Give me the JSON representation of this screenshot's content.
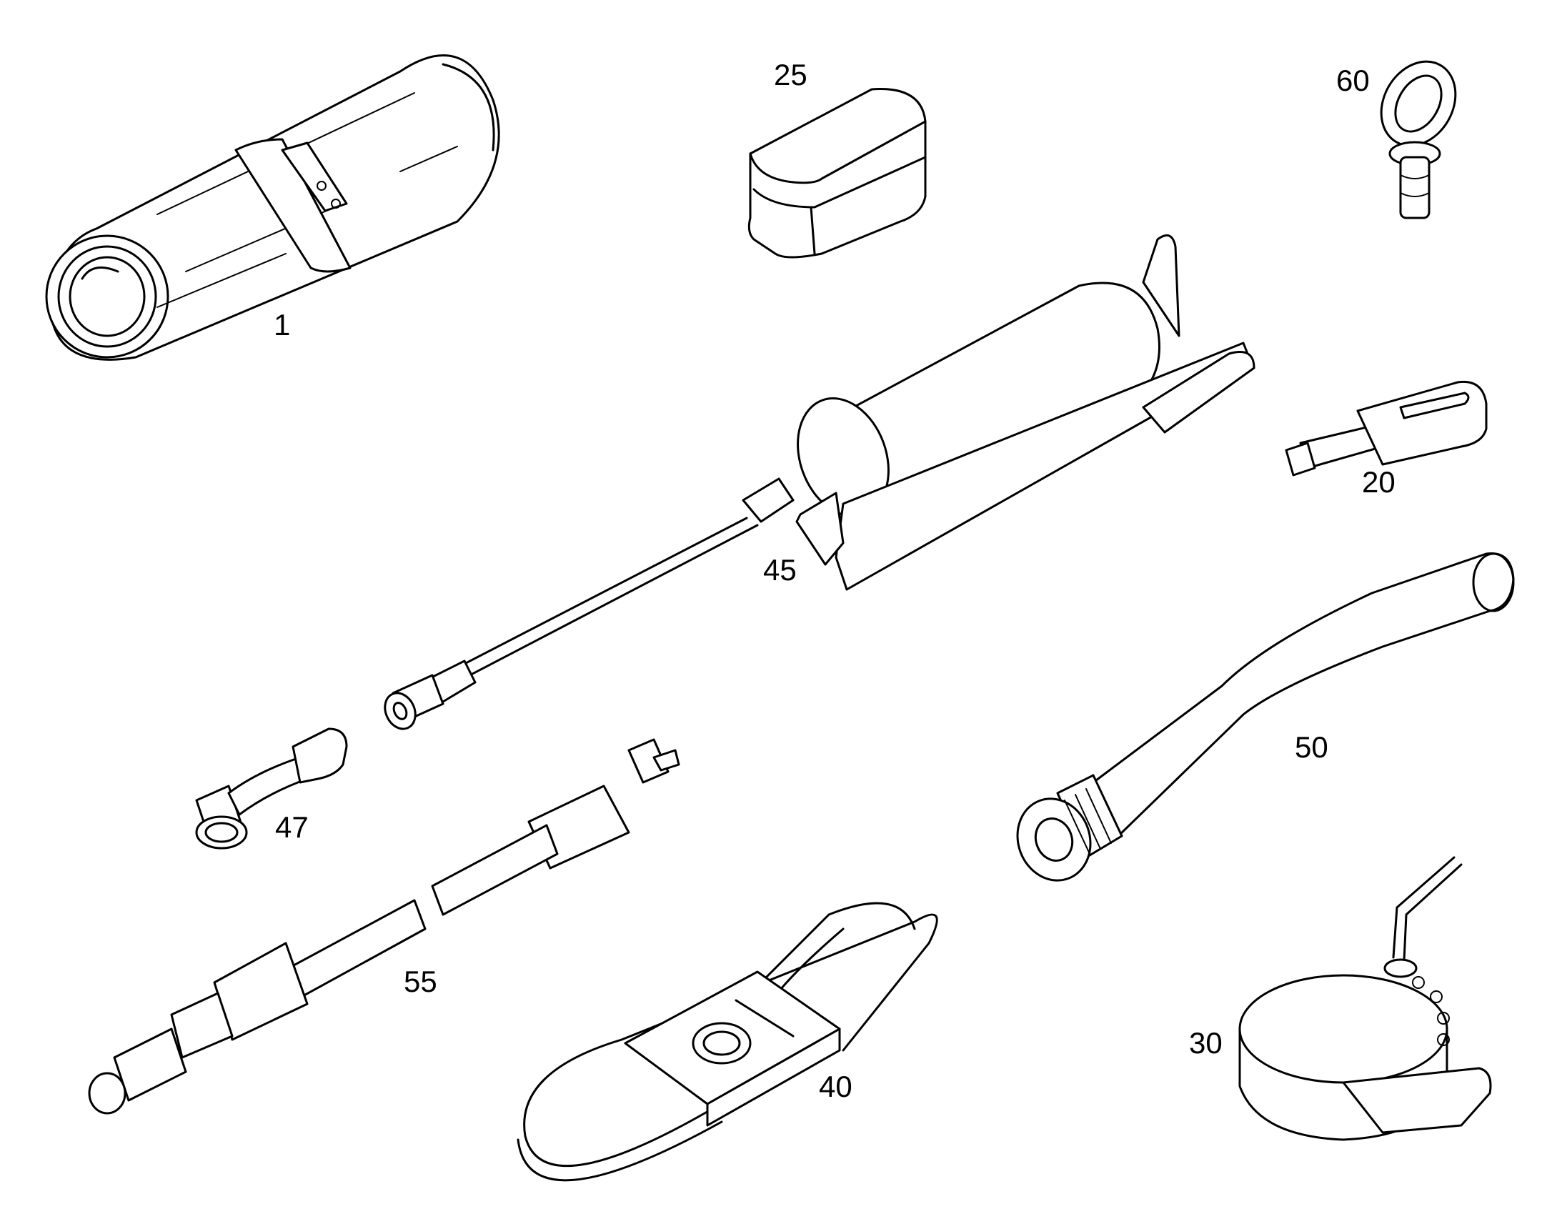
{
  "callouts": {
    "tool_roll": "1",
    "grease_box": "25",
    "eye_bolt": "60",
    "grease_gun": "45",
    "key": "20",
    "banjo_fitting": "47",
    "handle_bar": "50",
    "hose": "55",
    "belt": "40",
    "filter_wrench": "30"
  },
  "colors": {
    "line": "#000000",
    "background": "#ffffff"
  }
}
